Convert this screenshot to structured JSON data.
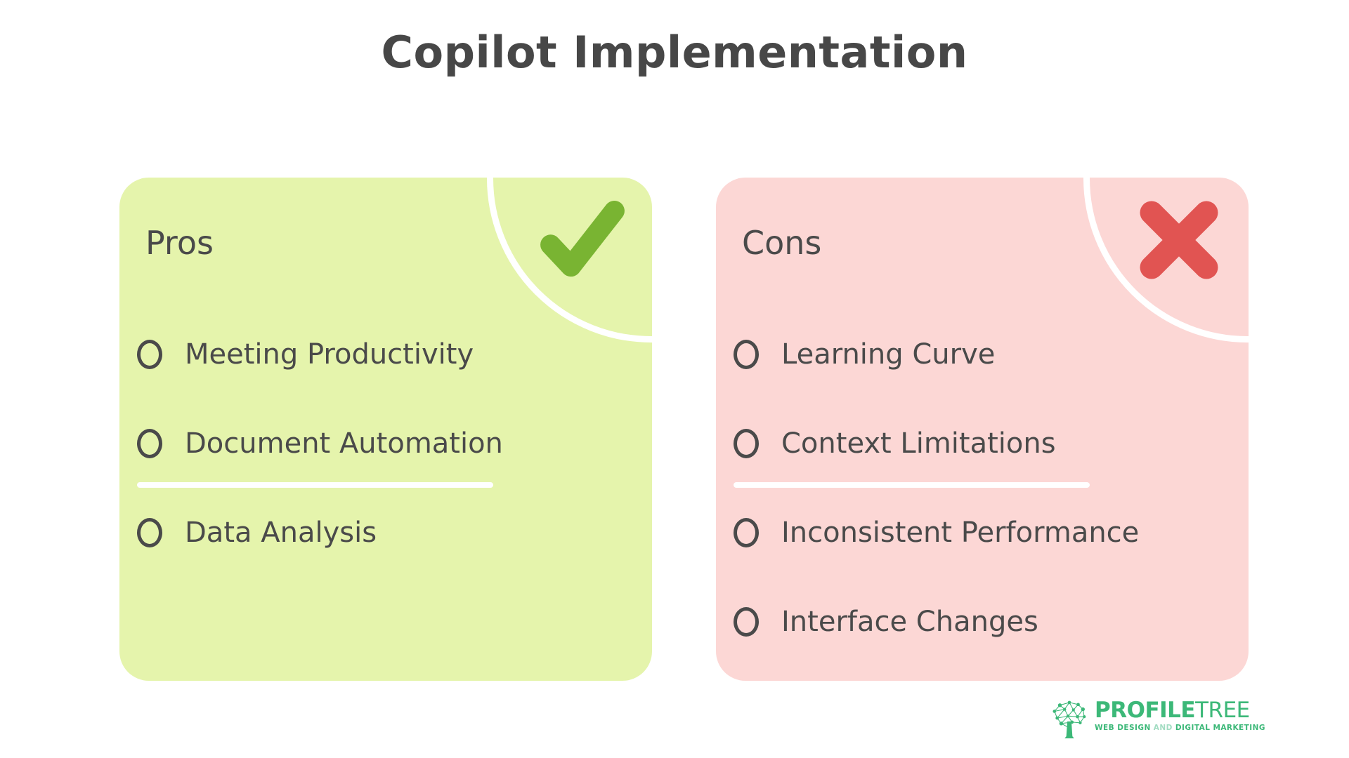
{
  "title": "Copilot Implementation",
  "cards": {
    "pros": {
      "header": "Pros",
      "icon": "check-icon",
      "items": [
        "Meeting Productivity",
        "Document Automation",
        "Data Analysis"
      ]
    },
    "cons": {
      "header": "Cons",
      "icon": "x-icon",
      "items": [
        "Learning Curve",
        "Context Limitations",
        "Inconsistent Performance",
        "Interface Changes"
      ]
    }
  },
  "footer_logo": {
    "brand_bold": "PROFILE",
    "brand_light": "TREE",
    "tagline_part1": "WEB DESIGN",
    "tagline_and": "AND",
    "tagline_part2": "DIGITAL MARKETING"
  },
  "colors": {
    "background": "#ffffff",
    "text": "#4a4a4a",
    "pros_bg": "#e5f4ac",
    "pros_accent": "#79b432",
    "cons_bg": "#fcd7d5",
    "cons_accent": "#e15452",
    "divider": "#ffffff",
    "logo_green": "#3cb878",
    "logo_and_green": "#a2dcc2"
  }
}
